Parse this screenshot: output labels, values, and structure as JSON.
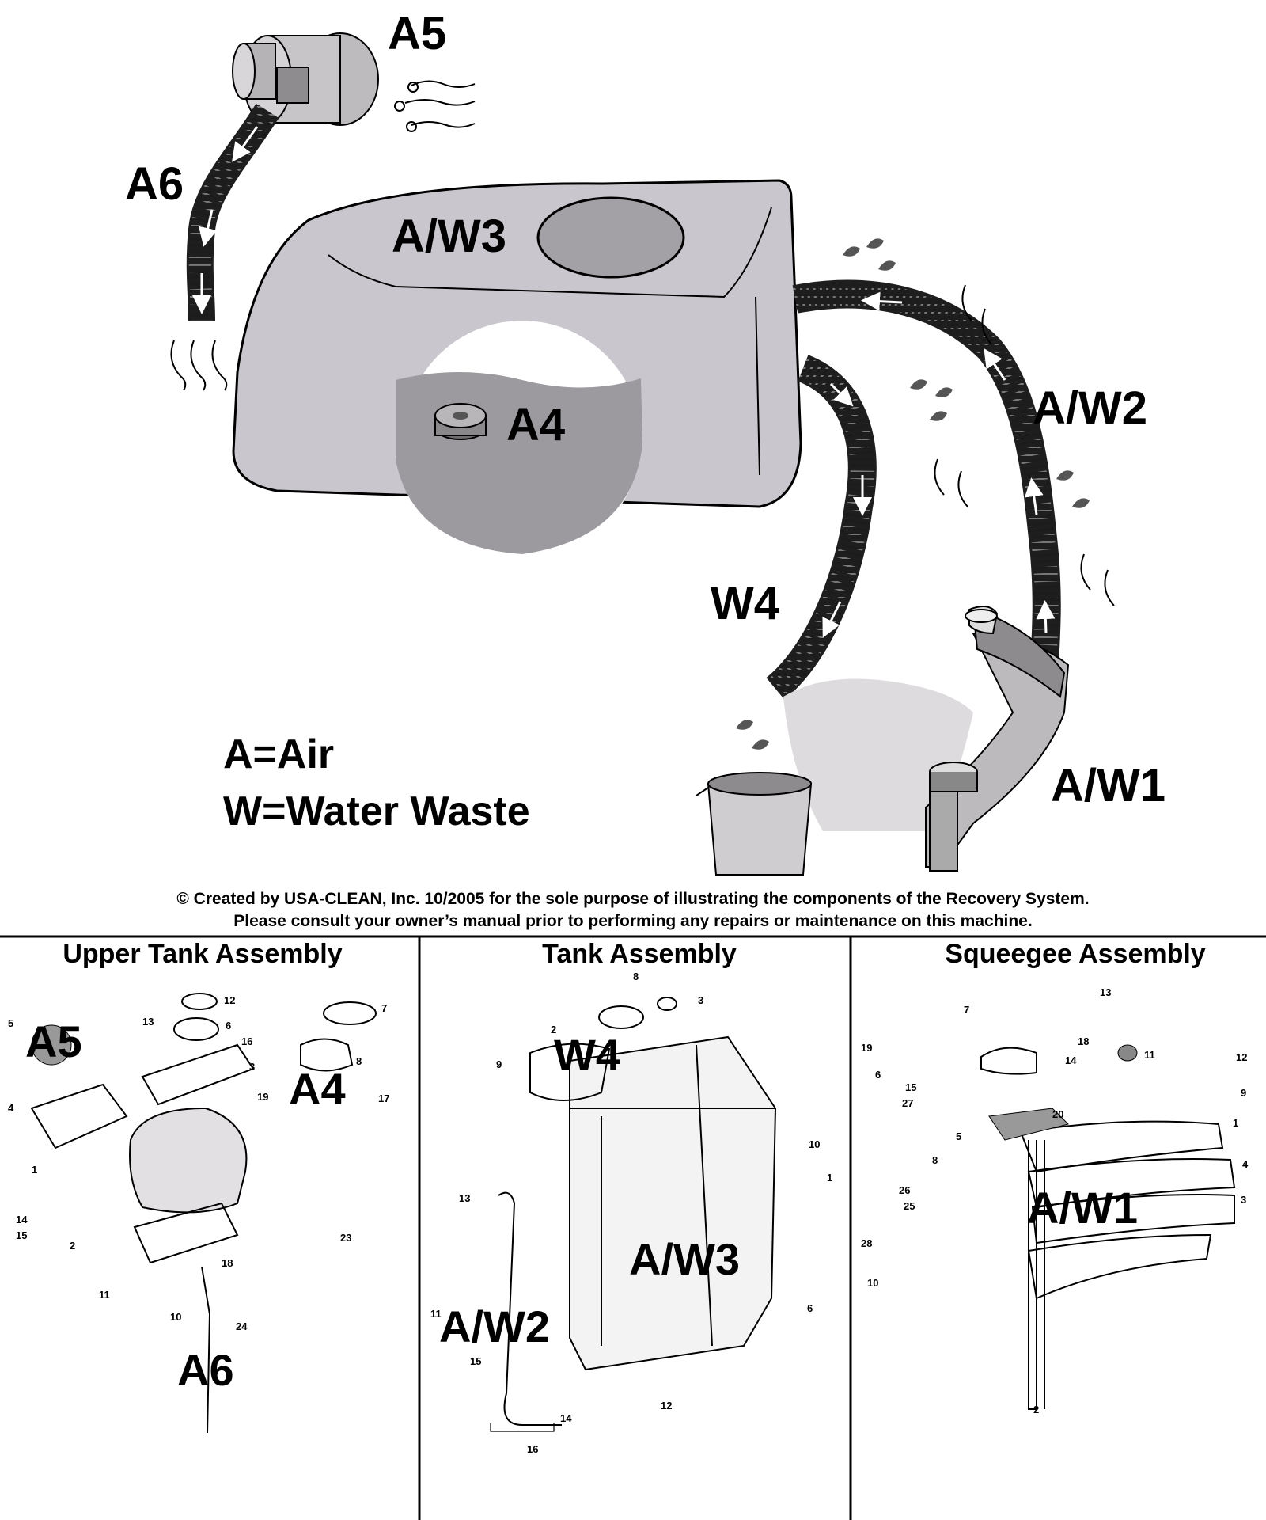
{
  "flow_labels": {
    "a5": "A5",
    "a6": "A6",
    "aw3": "A/W3",
    "a4": "A4",
    "aw2": "A/W2",
    "w4": "W4",
    "aw1": "A/W1"
  },
  "legend": {
    "air": "A=Air",
    "water": "W=Water Waste"
  },
  "copyright": {
    "line1": "© Created by USA-CLEAN, Inc. 10/2005 for the sole purpose of illustrating the components of the Recovery System.",
    "line2": "Please consult your owner’s manual prior to performing any repairs or maintenance on this machine."
  },
  "panels": {
    "upper_tank": {
      "title": "Upper Tank Assembly",
      "overlay": [
        "A5",
        "A4",
        "A6"
      ],
      "parts": [
        "12",
        "5",
        "13",
        "6",
        "16",
        "7",
        "3",
        "8",
        "4",
        "19",
        "17",
        "1",
        "14",
        "15",
        "2",
        "23",
        "18",
        "11",
        "10",
        "24"
      ]
    },
    "tank": {
      "title": "Tank Assembly",
      "overlay": [
        "W4",
        "A/W3",
        "A/W2"
      ],
      "parts": [
        "8",
        "3",
        "2",
        "9",
        "10",
        "1",
        "13",
        "6",
        "11",
        "15",
        "12",
        "14",
        "16"
      ]
    },
    "squeegee": {
      "title": "Squeegee Assembly",
      "overlay": [
        "A/W1"
      ],
      "parts": [
        "13",
        "7",
        "19",
        "18",
        "11",
        "12",
        "6",
        "14",
        "9",
        "15",
        "27",
        "20",
        "5",
        "1",
        "8",
        "4",
        "26",
        "25",
        "3",
        "28",
        "10",
        "2"
      ]
    }
  },
  "colors": {
    "tank_body": "#c9c6cd",
    "hose": "#222222",
    "water": "#9c9a9e",
    "background": "#ffffff"
  }
}
